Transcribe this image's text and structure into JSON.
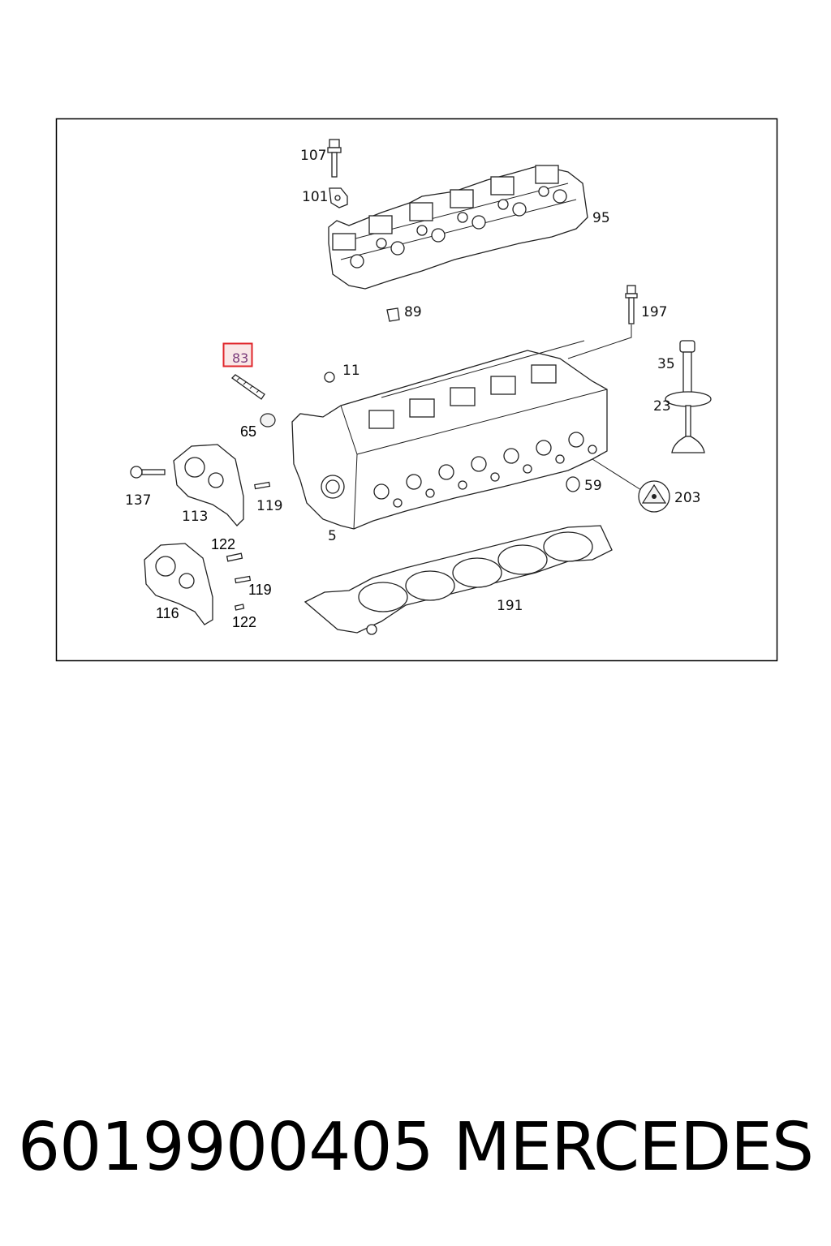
{
  "diagram": {
    "labels": {
      "p107": "107",
      "p101": "101",
      "p95": "95",
      "p89": "89",
      "p197": "197",
      "p83": "83",
      "p11": "11",
      "p35": "35",
      "p23": "23",
      "p65": "65",
      "p137": "137",
      "p113": "113",
      "p119a": "119",
      "p59": "59",
      "p203": "203",
      "p5": "5",
      "p122a": "122",
      "p119b": "119",
      "p116": "116",
      "p122b": "122",
      "p191": "191"
    },
    "highlighted_part": "83",
    "highlight_color": "#e0262b"
  },
  "footer": {
    "part_number": "6019900405",
    "brand": "MERCEDES"
  }
}
